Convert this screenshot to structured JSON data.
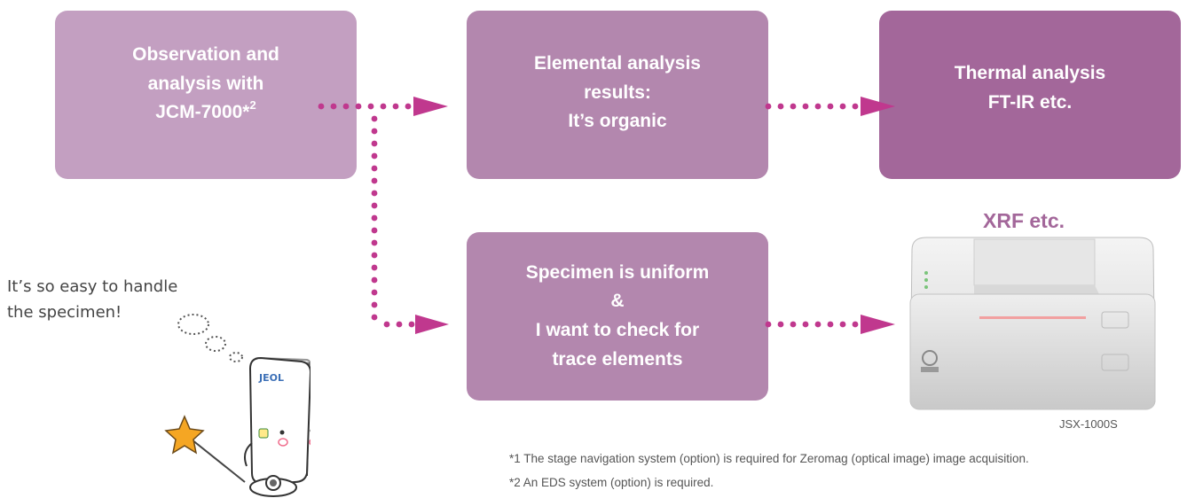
{
  "boxes": {
    "observe": {
      "line1": "Observation and",
      "line2": "analysis with",
      "line3": "JCM-7000*",
      "sup": "2"
    },
    "elemental": {
      "line1": "Elemental analysis",
      "line2": "results:",
      "line3": "It’s organic"
    },
    "thermal": {
      "line1": "Thermal analysis",
      "line2": "FT-IR etc."
    },
    "specimen": {
      "line1": "Specimen is uniform",
      "line2": "&",
      "line3": "I want to check for",
      "line4": "trace elements"
    }
  },
  "speech": {
    "line1": "It’s so easy to handle",
    "line2": "the specimen!"
  },
  "xrf_label": "XRF etc.",
  "device_caption": "JSX-1000S",
  "mascot_badge": "JEOL",
  "footnotes": {
    "note1": "*1 The stage navigation system (option) is required for Zeromag (optical image) image acquisition.",
    "note2": "*2 An EDS system (option) is required."
  },
  "colors": {
    "box_light": "#c39fc1",
    "box_mid": "#b387ae",
    "box_dark": "#a3679a",
    "connector": "#c0388e"
  },
  "icons": [
    "dotted-arrow-icon",
    "mascot-illustration",
    "xrf-instrument-illustration"
  ]
}
